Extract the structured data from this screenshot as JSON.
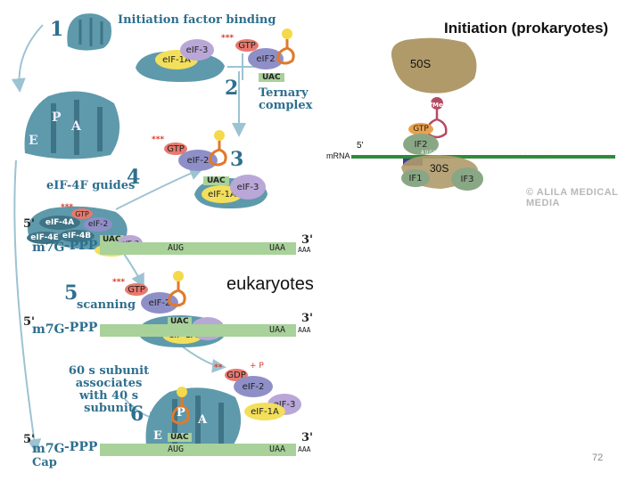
{
  "slide": {
    "caption": "eukaryotes",
    "page_number": "72"
  },
  "steps": {
    "s1": {
      "num": "1",
      "label": "Initiation factor binding"
    },
    "s2": {
      "num": "2",
      "label": "Ternary complex"
    },
    "s3": {
      "num": "3"
    },
    "s4": {
      "num": "4",
      "label": "eIF-4F guides"
    },
    "s5": {
      "num": "5",
      "label": "scanning"
    },
    "s6": {
      "num": "6",
      "label": "60 s subunit associates with 40 s subunit"
    }
  },
  "factors": {
    "eif3": "eIF-3",
    "eif1a": "eIF-1A",
    "eif2": "eIF-2",
    "eif2_short": "eIF2",
    "gtp": "GTP",
    "gdp": "GDP",
    "pi": "+ P",
    "anticodon": "UAC",
    "eif4a": "eIF-4A",
    "eif4e": "eIF-4E",
    "eif4b": "eIF-4B",
    "eif4g": "eIF-2"
  },
  "mrna": {
    "five_prime": "5'",
    "three_prime": "3'",
    "cap": "m7G",
    "ppp": "-PPP",
    "start": "AUG",
    "stop": "UAA",
    "polya": "AAA",
    "cap_label": "Cap"
  },
  "ribosome_sites": {
    "p": "P",
    "a": "A",
    "e": "E"
  },
  "prokaryote": {
    "title": "Initiation (prokaryotes)",
    "large": "50S",
    "small": "30S",
    "if1": "IF1",
    "if2": "IF2",
    "if3": "IF3",
    "gtp": "GTP",
    "fmet": "fMet",
    "mrna_label": "mRNA",
    "five_prime": "5'",
    "sequence": "AUGUCUUCCCCCUUCUUCCAUCUUCUUUCCUU",
    "watermark": "© ALILA MEDICAL MEDIA"
  },
  "colors": {
    "ribosome": "#5e9aab",
    "ribosome_dark": "#3f7486",
    "eif3": "#b9a7d8",
    "eif1a": "#f2df5b",
    "eif2": "#8f8fc8",
    "gtp": "#e8786d",
    "mrna": "#a9d19a",
    "prok_ribosome": "#b09a6a",
    "prok_if": "#8aa785",
    "prok_mrna": "#2e8b3a"
  }
}
